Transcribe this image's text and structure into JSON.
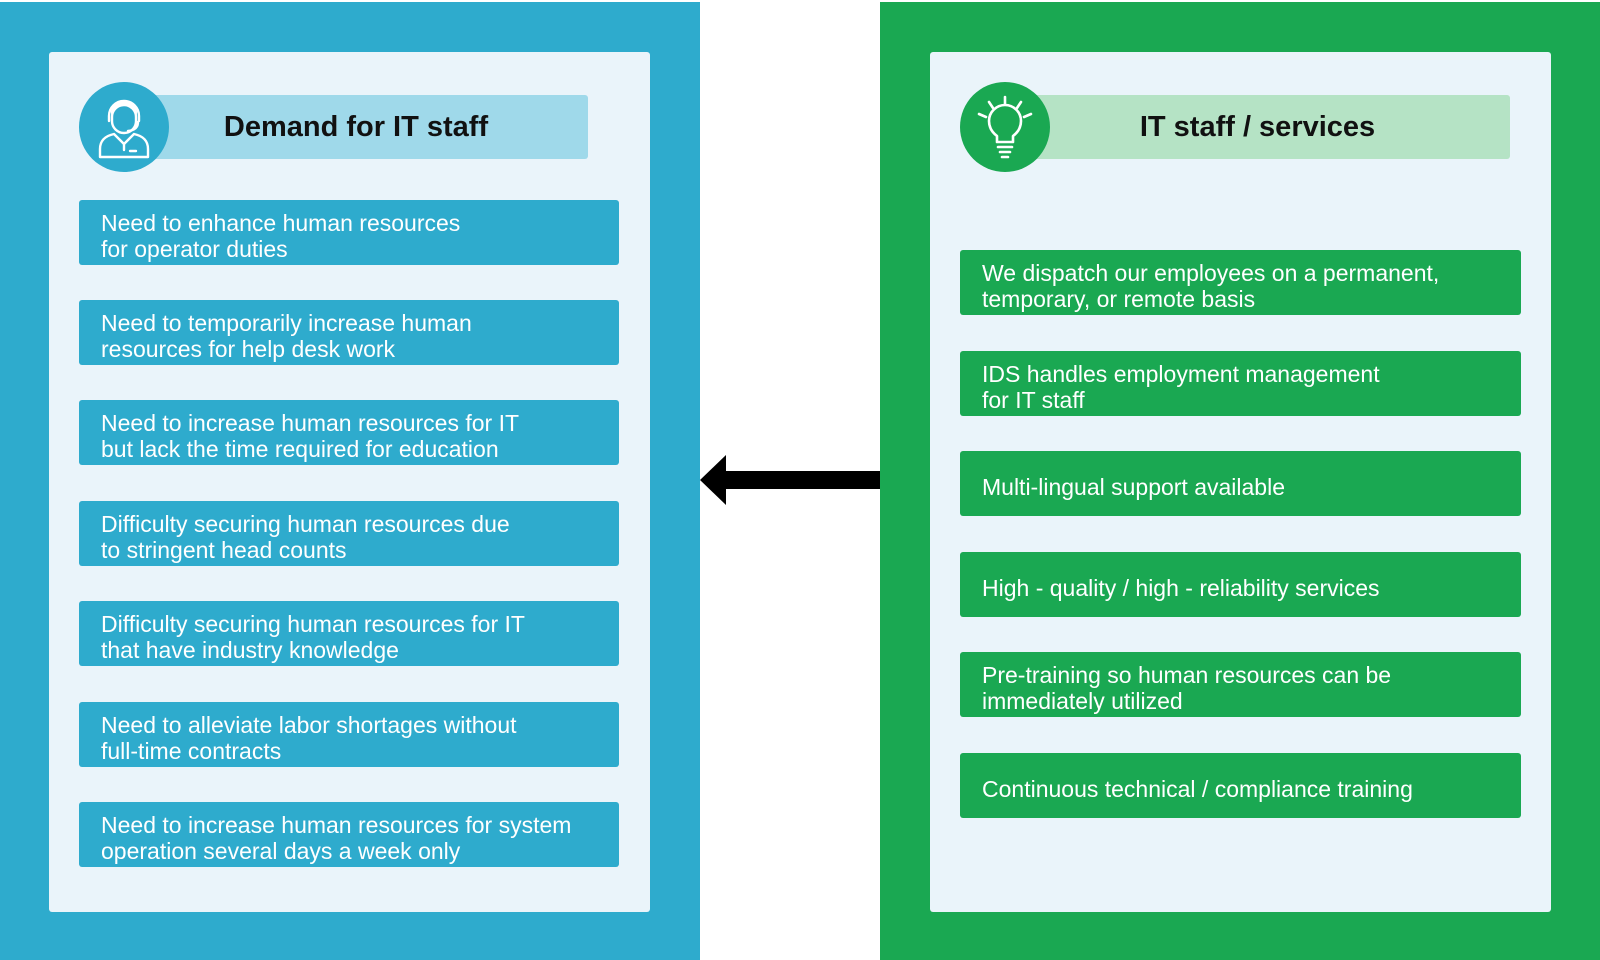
{
  "left_panel": {
    "title": "Demand for IT staff",
    "icon": "person-headset-icon",
    "color": "#2eabcd",
    "items": [
      "Need to enhance human resources\nfor operator duties",
      "Need to temporarily increase human\nresources for help desk work",
      "Need to increase human resources for IT\nbut lack the time required for education",
      "Difficulty securing human resources due\nto stringent head counts",
      "Difficulty securing human resources for IT\nthat have industry knowledge",
      "Need to alleviate labor shortages without\nfull-time contracts",
      "Need to increase human resources for system\noperation several days a week only"
    ]
  },
  "right_panel": {
    "title": "IT staff / services",
    "icon": "lightbulb-icon",
    "color": "#1aa852",
    "items": [
      "We dispatch our employees on a permanent,\ntemporary, or remote basis",
      "IDS handles employment management\nfor IT staff",
      "Multi-lingual support available",
      "High - quality / high - reliability services",
      "Pre-training so human resources can be\nimmediately utilized",
      "Continuous technical / compliance training"
    ]
  },
  "arrow": {
    "direction": "left",
    "color": "#000000"
  }
}
